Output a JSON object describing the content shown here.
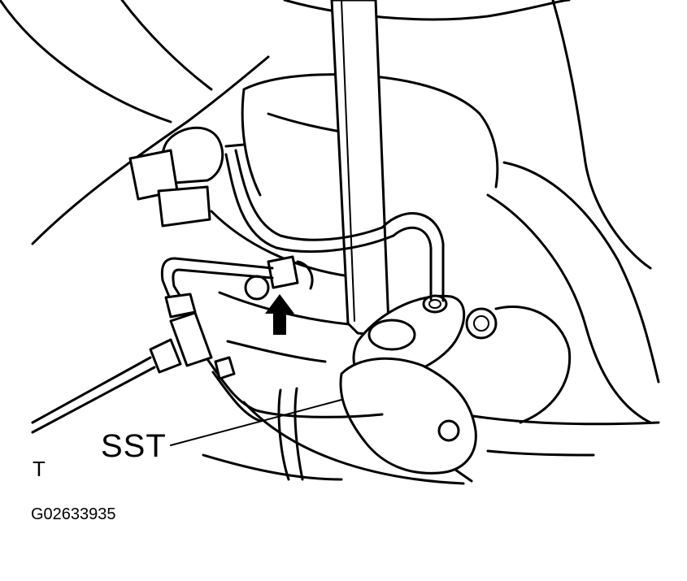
{
  "labels": {
    "tool": "SST",
    "orientation": "T",
    "figure_code": "G02633935"
  },
  "colors": {
    "line": "#000000",
    "background": "#ffffff"
  }
}
